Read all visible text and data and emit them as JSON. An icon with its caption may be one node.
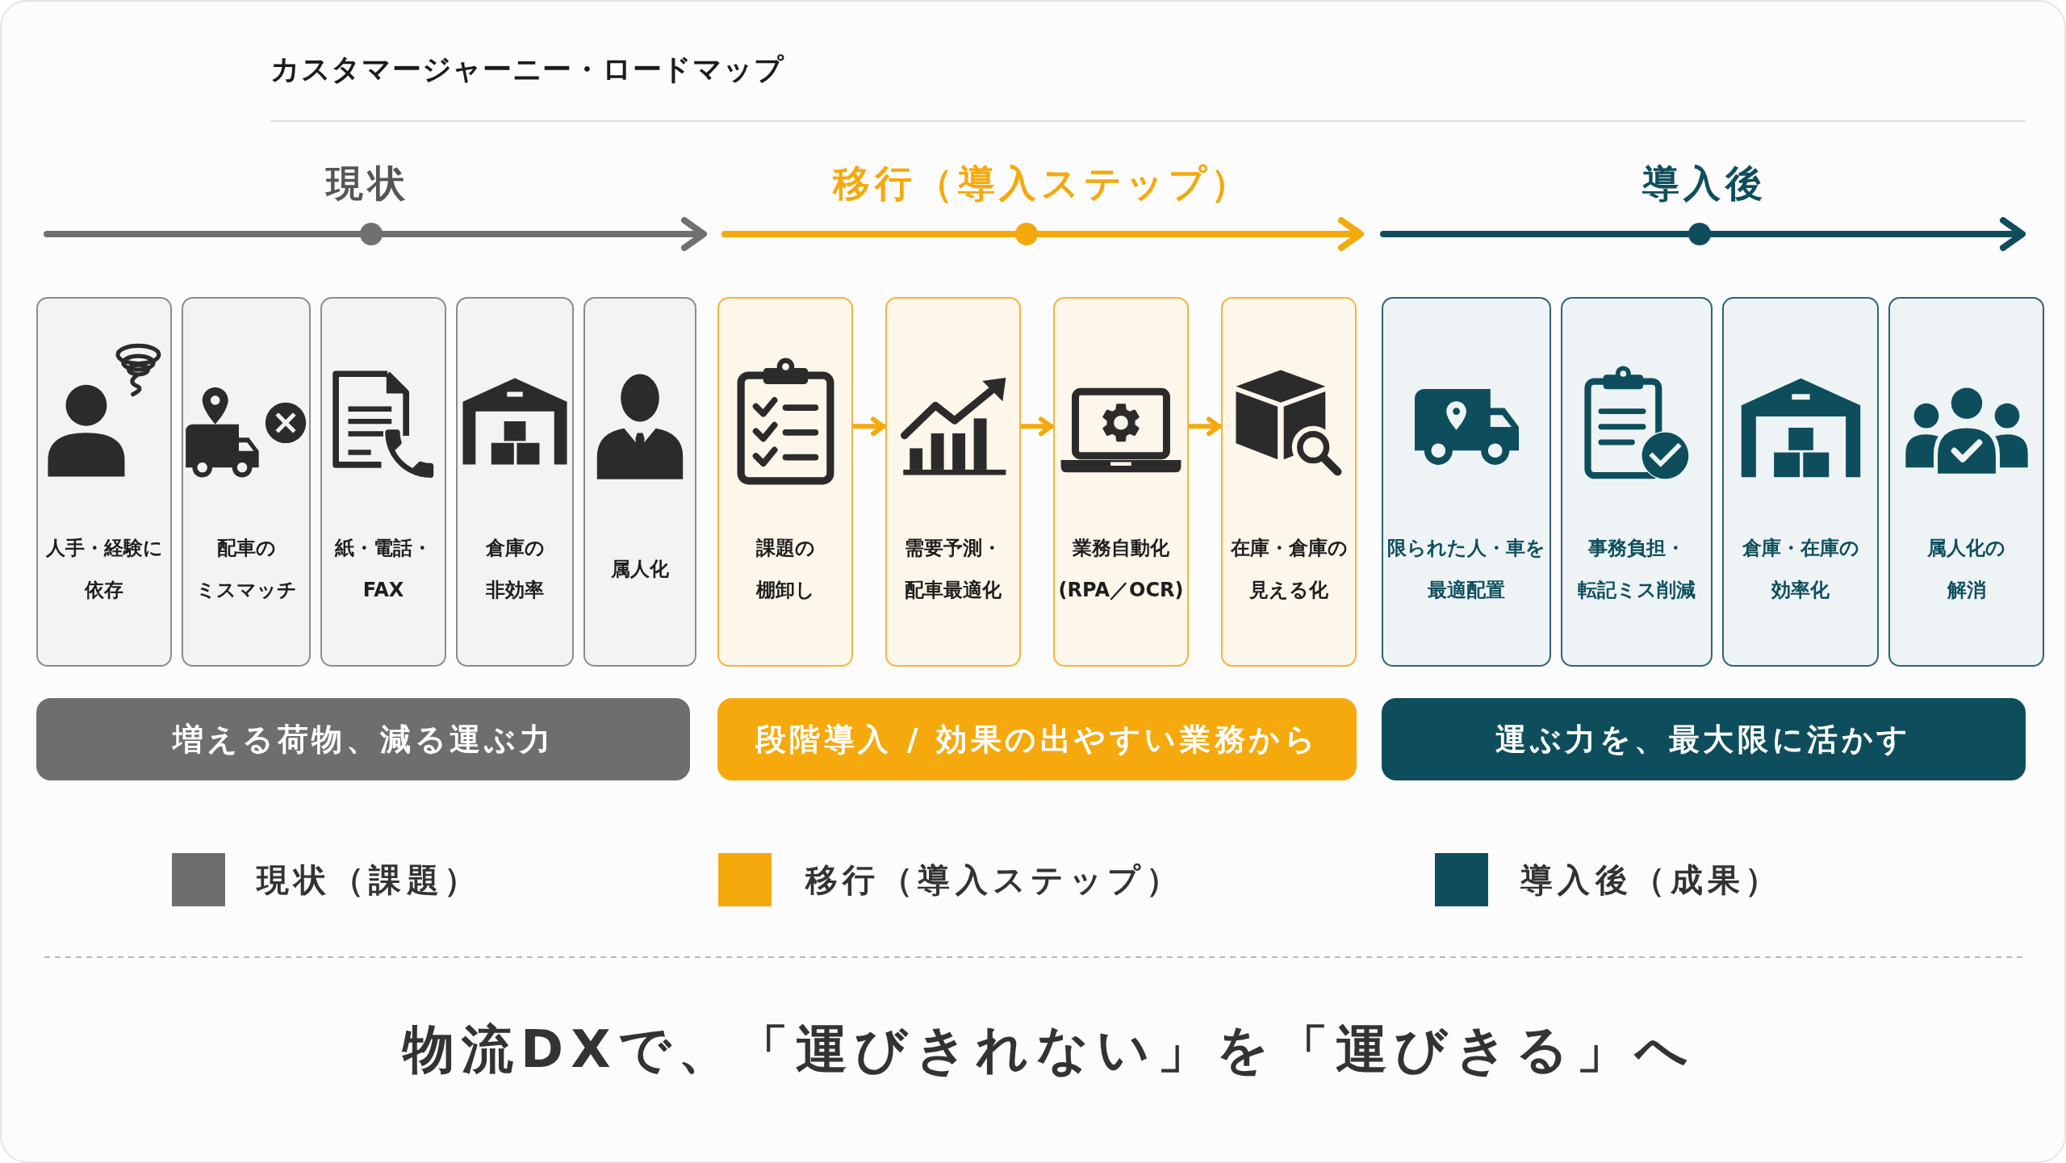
{
  "diagram": {
    "title": "カスタマージャーニー・ロードマップ",
    "caption": "物流DXで、「運びきれない」を「運びきる」へ",
    "nodes": [
      {
        "text": [
          "人手・経験に依存"
        ]
      },
      {
        "text": [
          "配車のミスマッチ"
        ]
      },
      {
        "text": [
          "紙・電話・FAX"
        ]
      },
      {
        "text": [
          "倉庫の非効率"
        ]
      },
      {
        "text": [
          "属人化"
        ]
      },
      {
        "text": [
          "課題の棚卸し"
        ]
      },
      {
        "text": [
          "需要予測・配車最適化"
        ]
      },
      {
        "text": [
          "業務自動化(RPA／OCR)"
        ]
      },
      {
        "text": [
          "在庫・倉庫の見える化"
        ]
      },
      {
        "text": [
          "限られた人・車を最適配置"
        ]
      },
      {
        "text": [
          "事務負担・転記ミス削減"
        ]
      },
      {
        "text": [
          "倉庫・在庫の効率化"
        ]
      },
      {
        "text": [
          "属人化の解消"
        ]
      },
      {
        "text": [
          "増える荷物、減る運ぶ力"
        ]
      },
      {
        "text": [
          "段階導入 / 効果の出やすい業務から"
        ]
      },
      {
        "text": [
          "運ぶ力を、最大限に活かす"
        ]
      }
    ],
    "edges": [
      {
        "from": 5,
        "to": 6,
        "arrow": "to"
      },
      {
        "from": 6,
        "to": 7,
        "arrow": "to"
      },
      {
        "from": 7,
        "to": 8,
        "arrow": "to"
      }
    ],
    "labels": [
      "現状",
      "移行（導入ステップ）",
      "導入後"
    ],
    "legend": [
      {
        "text": "現状（課題）",
        "color": "#6e6e6e"
      },
      {
        "text": "移行（導入ステップ）",
        "color": "#f5a90c"
      },
      {
        "text": "導入後（成果）",
        "color": "#0e4e5c"
      }
    ]
  }
}
